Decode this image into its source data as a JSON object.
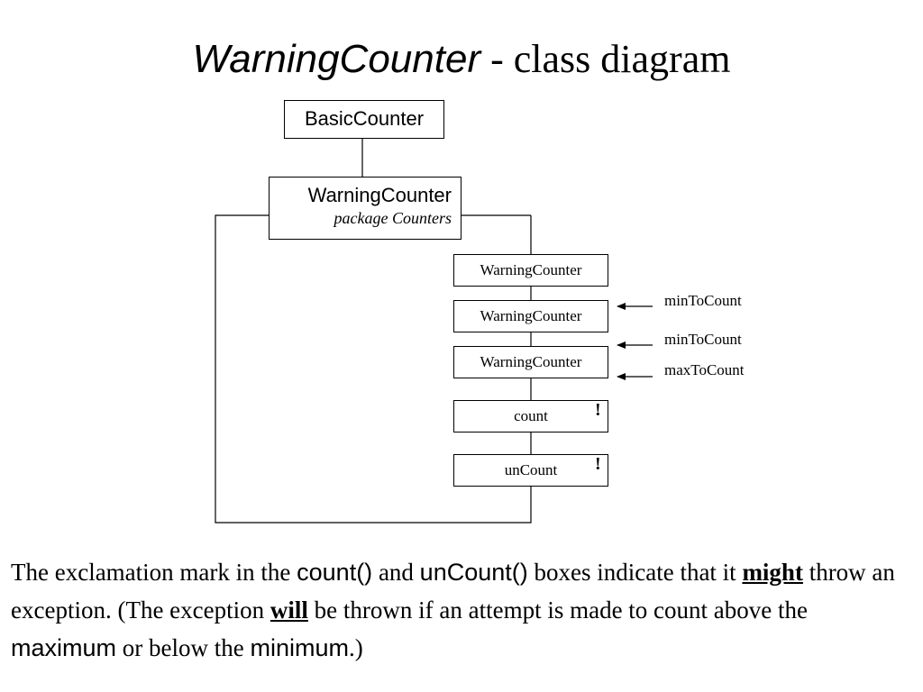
{
  "title": {
    "class_name": "WarningCounter",
    "separator": " - ",
    "subtitle": "class diagram"
  },
  "diagram": {
    "parent": "BasicCounter",
    "class_box": {
      "name": "WarningCounter",
      "package": "package Counters"
    },
    "methods": [
      {
        "label": "WarningCounter",
        "exception": ""
      },
      {
        "label": "WarningCounter",
        "exception": ""
      },
      {
        "label": "WarningCounter",
        "exception": ""
      },
      {
        "label": "count",
        "exception": "!"
      },
      {
        "label": "unCount",
        "exception": "!"
      }
    ],
    "parameters": [
      {
        "label": "minToCount"
      },
      {
        "label": "minToCount"
      },
      {
        "label": "maxToCount"
      }
    ]
  },
  "caption": {
    "p1": "The exclamation mark in the ",
    "count": "count()",
    "p2": " and ",
    "uncount": "unCount()",
    "p3": " boxes indicate that it ",
    "might": "might",
    "p4": " throw an exception. (The exception ",
    "will": "will",
    "p5": " be thrown if an attempt is made to count above the ",
    "maximum": "maximum",
    "p6": " or below the ",
    "minimum": "minimum",
    "p7": ".)"
  }
}
